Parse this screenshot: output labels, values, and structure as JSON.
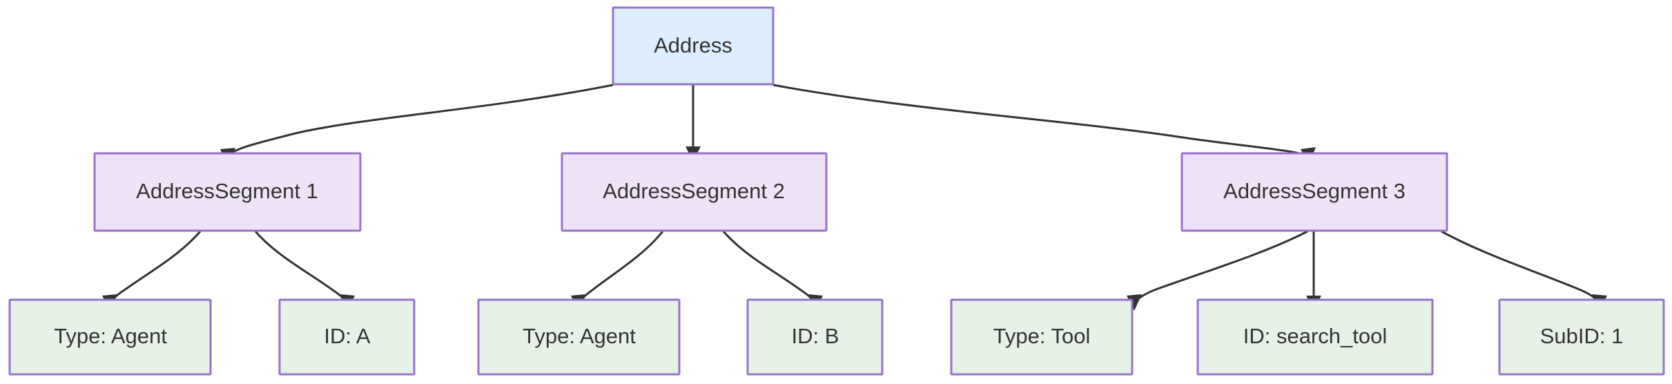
{
  "diagram": {
    "title": "Address segment hierarchy flowchart",
    "type": "flowchart-tree",
    "direction": "top-down",
    "background_color": "#ffffff",
    "edge_color": "#333333",
    "styles": {
      "root": {
        "fill": "#ddeeff",
        "stroke": "#9673c8",
        "text": "#333333"
      },
      "segment": {
        "fill": "#f1e3f7",
        "stroke": "#9673c8",
        "text": "#333333"
      },
      "leaf": {
        "fill": "#e7f2e7",
        "stroke": "#9673c8",
        "text": "#333333"
      }
    },
    "nodes": {
      "root": {
        "label": "Address"
      },
      "segment_1": {
        "label": "AddressSegment 1"
      },
      "segment_2": {
        "label": "AddressSegment 2"
      },
      "segment_3": {
        "label": "AddressSegment 3"
      },
      "leaf_1": {
        "label": "Type: Agent"
      },
      "leaf_2": {
        "label": "ID: A"
      },
      "leaf_3": {
        "label": "Type: Agent"
      },
      "leaf_4": {
        "label": "ID: B"
      },
      "leaf_5": {
        "label": "Type: Tool"
      },
      "leaf_6": {
        "label": "ID: search_tool"
      },
      "leaf_7": {
        "label": "SubID: 1"
      }
    },
    "edges": [
      {
        "from": "root",
        "to": "segment_1"
      },
      {
        "from": "root",
        "to": "segment_2"
      },
      {
        "from": "root",
        "to": "segment_3"
      },
      {
        "from": "segment_1",
        "to": "leaf_1"
      },
      {
        "from": "segment_1",
        "to": "leaf_2"
      },
      {
        "from": "segment_2",
        "to": "leaf_3"
      },
      {
        "from": "segment_2",
        "to": "leaf_4"
      },
      {
        "from": "segment_3",
        "to": "leaf_5"
      },
      {
        "from": "segment_3",
        "to": "leaf_6"
      },
      {
        "from": "segment_3",
        "to": "leaf_7"
      }
    ]
  }
}
